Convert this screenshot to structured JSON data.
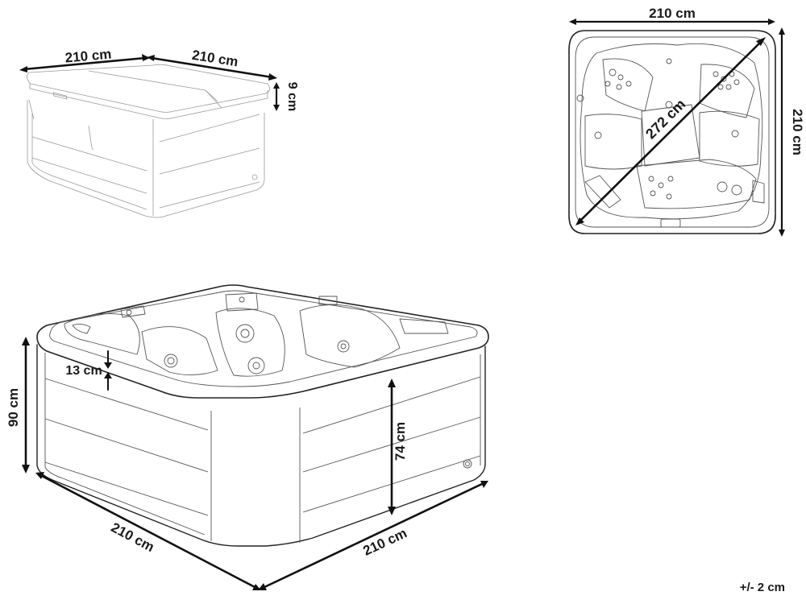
{
  "views": {
    "covered": {
      "width_label": "210 cm",
      "depth_label": "210 cm",
      "cover_thickness_label": "9 cm"
    },
    "top": {
      "width_label": "210 cm",
      "depth_label": "210 cm",
      "diagonal_label": "272 cm"
    },
    "open": {
      "height_label": "90 cm",
      "rim_label": "13 cm",
      "inner_depth_label": "74 cm",
      "width_label": "210 cm",
      "depth_label": "210 cm"
    }
  },
  "tolerance": "+/- 2 cm"
}
